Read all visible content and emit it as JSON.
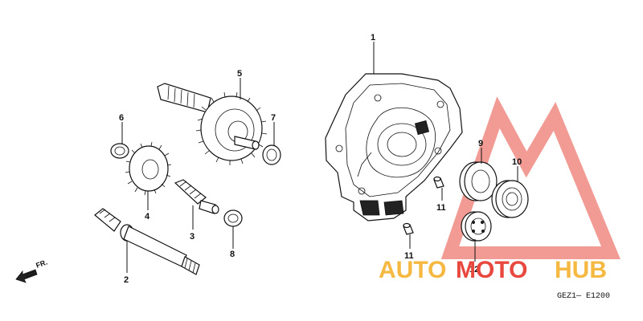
{
  "callouts": [
    {
      "id": "1",
      "label": "1"
    },
    {
      "id": "2",
      "label": "2"
    },
    {
      "id": "3",
      "label": "3"
    },
    {
      "id": "4",
      "label": "4"
    },
    {
      "id": "5",
      "label": "5"
    },
    {
      "id": "6",
      "label": "6"
    },
    {
      "id": "7",
      "label": "7"
    },
    {
      "id": "8",
      "label": "8"
    },
    {
      "id": "9",
      "label": "9"
    },
    {
      "id": "10",
      "label": "10"
    },
    {
      "id": "11a",
      "label": "11"
    },
    {
      "id": "11b",
      "label": "11"
    },
    {
      "id": "12",
      "label": "12"
    }
  ],
  "direction_marker": {
    "label": "FR."
  },
  "diagram_code": "GEZ1— E1200",
  "watermark": {
    "part1": "AUTO",
    "part2": "MOTO",
    "part3": "HUB",
    "color_orange": "#f5b841",
    "color_red": "#e8483d"
  }
}
